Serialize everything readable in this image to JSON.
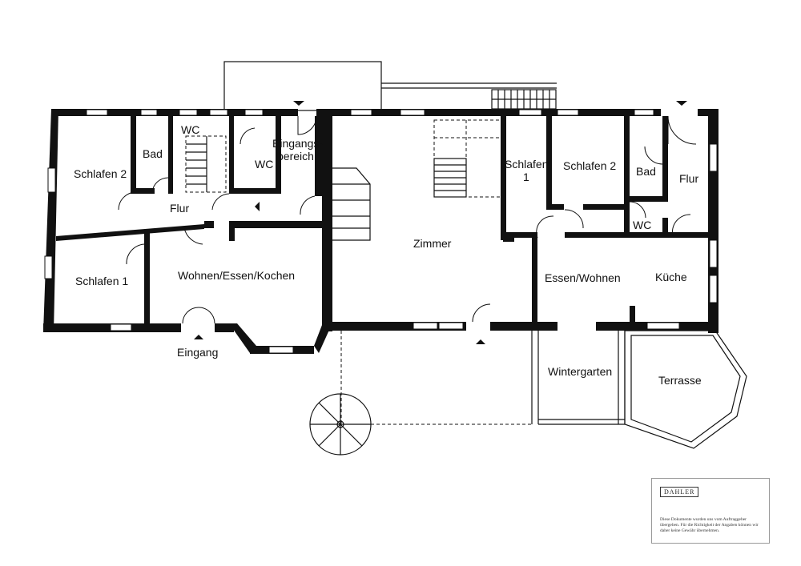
{
  "rooms": {
    "schlafen2_left": "Schlafen 2",
    "bad_left": "Bad",
    "wc_left": "WC",
    "wc_center": "WC",
    "eingangsbereich_line1": "Eingangs-",
    "eingangsbereich_line2": "bereich",
    "flur_left": "Flur",
    "schlafen1_left": "Schlafen 1",
    "wohnen_essen_kochen": "Wohnen/Essen/Kochen",
    "eingang": "Eingang",
    "zimmer": "Zimmer",
    "schlafen1_right_line1": "Schlafen",
    "schlafen1_right_line2": "1",
    "schlafen2_right": "Schlafen 2",
    "bad_right": "Bad",
    "flur_right": "Flur",
    "wc_right": "WC",
    "essen_wohnen": "Essen/Wohnen",
    "kueche": "Küche",
    "wintergarten": "Wintergarten",
    "terrasse": "Terrasse"
  },
  "info_box": {
    "logo": "DAHLER",
    "disclaimer": "Diese Dokumente wurden uns vom Auftraggeber übergeben. Für die Richtigkeit der Angaben können wir daher keine Gewähr übernehmen."
  }
}
